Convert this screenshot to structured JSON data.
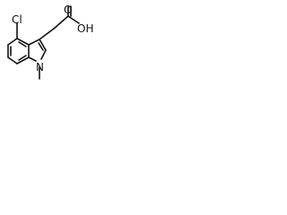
{
  "molecule": {
    "labels": {
      "chlorine": "Cl",
      "oxygen_carbonyl": "O",
      "hydroxyl": "OH",
      "nitrogen": "N"
    }
  }
}
